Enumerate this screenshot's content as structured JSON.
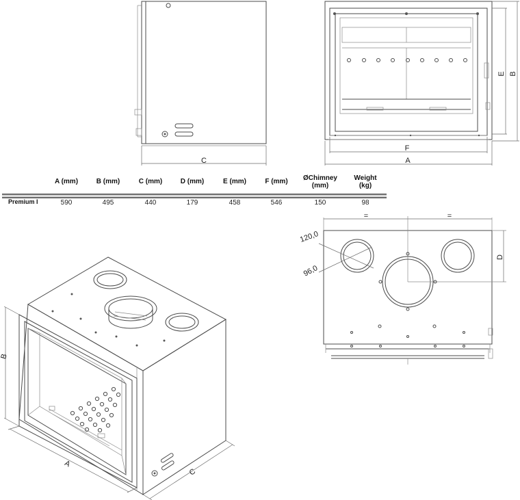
{
  "side_view": {
    "dim_c": "C"
  },
  "front_view": {
    "dim_f": "F",
    "dim_a": "A",
    "dim_e": "E",
    "dim_b": "B"
  },
  "spec_table": {
    "columns": [
      "A (mm)",
      "B (mm)",
      "C (mm)",
      "D (mm)",
      "E (mm)",
      "F (mm)",
      "ØChimney\n(mm)",
      "Weight\n(kg)"
    ],
    "rows": [
      {
        "name": "Premium I",
        "values": [
          "590",
          "495",
          "440",
          "179",
          "458",
          "546",
          "150",
          "98"
        ]
      }
    ]
  },
  "top_view": {
    "dim_d": "D",
    "equal_left": "=",
    "equal_right": "=",
    "dia_large": "120,0",
    "dia_small": "96,0"
  },
  "iso_view": {
    "dim_a": "A",
    "dim_b": "B",
    "dim_c": "C"
  }
}
